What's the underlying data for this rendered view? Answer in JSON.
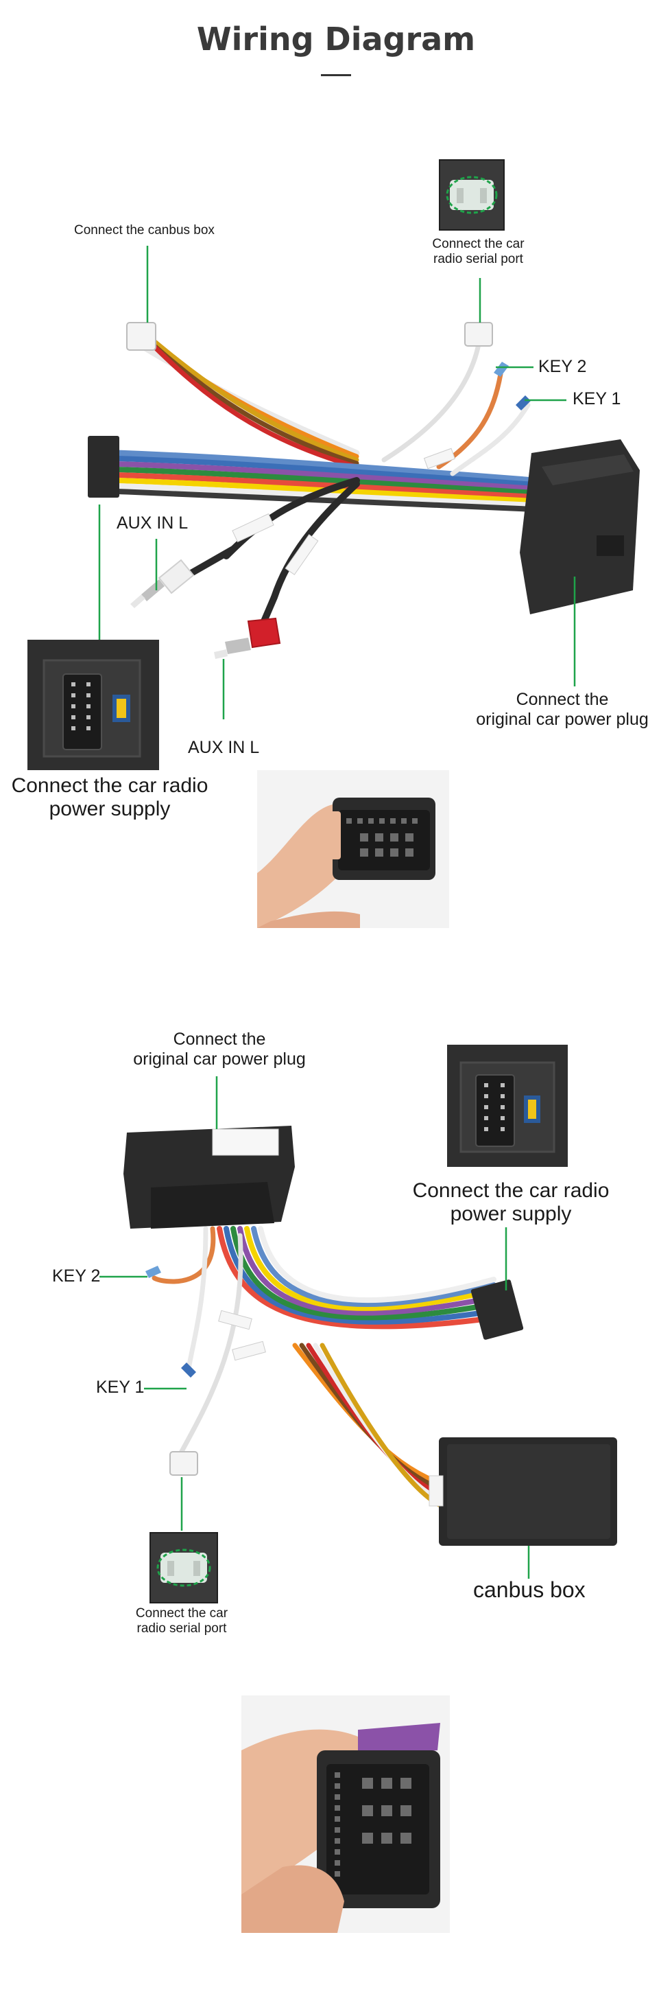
{
  "title": "Wiring Diagram",
  "diagram1": {
    "canbus": "Connect the canbus box",
    "serial": [
      "Connect the car",
      "radio serial port"
    ],
    "key2": "KEY 2",
    "key1": "KEY 1",
    "aux_top": "AUX IN L",
    "aux_bottom": "AUX IN L",
    "power_plug": [
      "Connect the",
      "original car power plug"
    ],
    "power_supply": [
      "Connect the car radio",
      "power supply"
    ]
  },
  "diagram2": {
    "power_plug": [
      "Connect the",
      "original car power plug"
    ],
    "power_supply": [
      "Connect the car radio",
      "power supply"
    ],
    "key2": "KEY 2",
    "key1": "KEY 1",
    "serial": [
      "Connect the car",
      "radio serial port"
    ],
    "canbus": "canbus box"
  },
  "colors": {
    "callout": "#1fa34a",
    "connector": "#2b2b2b",
    "background": "#ffffff"
  }
}
